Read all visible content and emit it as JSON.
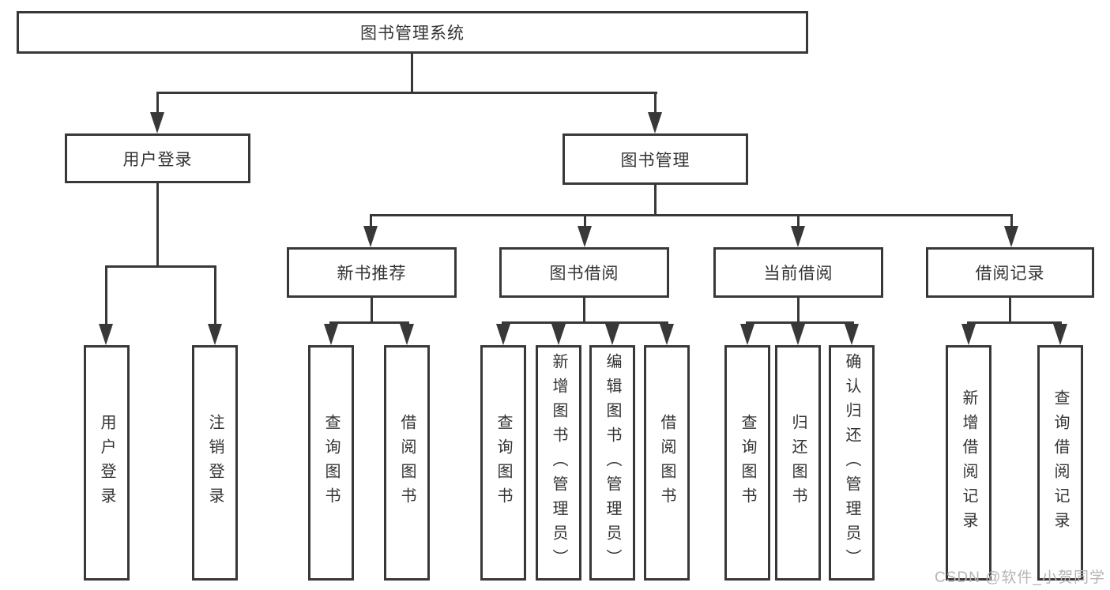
{
  "diagram": {
    "title": "图书管理系统",
    "root": "图书管理系统",
    "level2": {
      "user_login": "用户登录",
      "book_mgmt": "图书管理"
    },
    "level3": {
      "new_books": "新书推荐",
      "book_borrow": "图书借阅",
      "current_borrow": "当前借阅",
      "borrow_records": "借阅记录"
    },
    "leaves": {
      "user_login": "用户登录",
      "logout": "注销登录",
      "nb_query": "查询图书",
      "nb_borrow": "借阅图书",
      "bb_query": "查询图书",
      "bb_add": "新增图书（管理员）",
      "bb_edit": "编辑图书（管理员）",
      "bb_borrow": "借阅图书",
      "cb_query": "查询图书",
      "cb_return": "归还图书",
      "cb_confirm": "确认归还（管理员）",
      "br_add": "新增借阅记录",
      "br_query": "查询借阅记录"
    }
  },
  "watermark": "CSDN @软件_小贺同学",
  "colors": {
    "line": "#383838",
    "text": "#333333",
    "watermark": "#b5b5b5",
    "background": "#ffffff"
  }
}
